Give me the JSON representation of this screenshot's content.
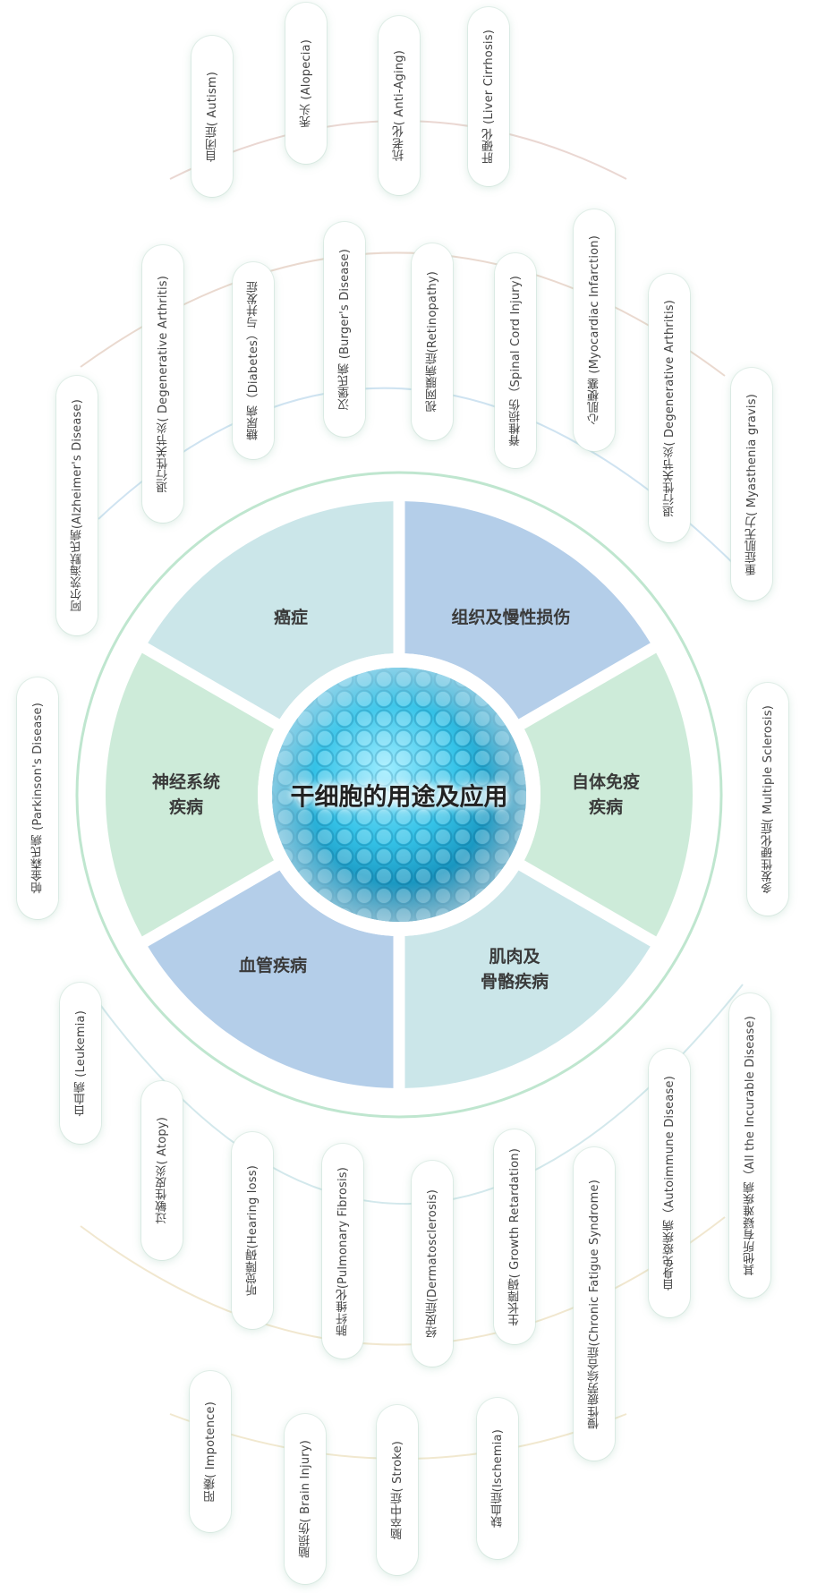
{
  "center_title": "干细胞的用途及应用",
  "segments": {
    "cancer": "癌症",
    "tissue": "组织及慢性损伤",
    "autoimmune": "自体免疫\n疾病",
    "muscle": "肌肉及\n骨骼疾病",
    "vascular": "血管疾病",
    "neuro": "神经系统\n疾病"
  },
  "colors": {
    "light_teal": "#cbe6e9",
    "light_blue": "#b4cee9",
    "light_green": "#cdebd9",
    "ring_green": "#bfe6cf"
  },
  "diseases": [
    "自闭症( Autism)",
    "秃头 (Alopecia)",
    "抗老化( Anti-Aging)",
    "肝硬化 (Liver Cirrhosis)",
    "退行性关节炎( Degenerative Arthritis)",
    "糖尿病（Diabetes）与并发症",
    "汉堡氏病 (Burger's Disease)",
    "视网膜病症(Retinopathy)",
    "脊椎损伤（Spinal Cord Injury)",
    "心肌梗塞 (Myocardiac Infarction)",
    "退行性关节炎( Degenerative Arthritis)",
    "阿尔茨海默氏病(Alzheimer's Disease)",
    "重症肌无力( Myasthenia gravis)",
    "帕金森氏病 (Parkinson's Disease)",
    "多发性硬化症( Multiple Sclerosis)",
    "白血病 (Leukemia)",
    "其他所有疑难疾病（All the Incurable Disease)",
    "过敏性皮炎( Atopy)",
    "自身免疫疾病（Autoimmune Disease)",
    "听觉障碍(Hearing loss)",
    "肺纤维化(Pulmonary Fibrosis)",
    "经皮症(Dermatosclerosis)",
    "生长障碍( Growth Retardation)",
    "慢性疲劳综合症(Chronic Fatigue Syndrome)",
    "阳痿( Impotence)",
    "脑损伤( Brain Injury)",
    "脑卒中症( Stroke)",
    "缺血症(Ischemia)"
  ]
}
